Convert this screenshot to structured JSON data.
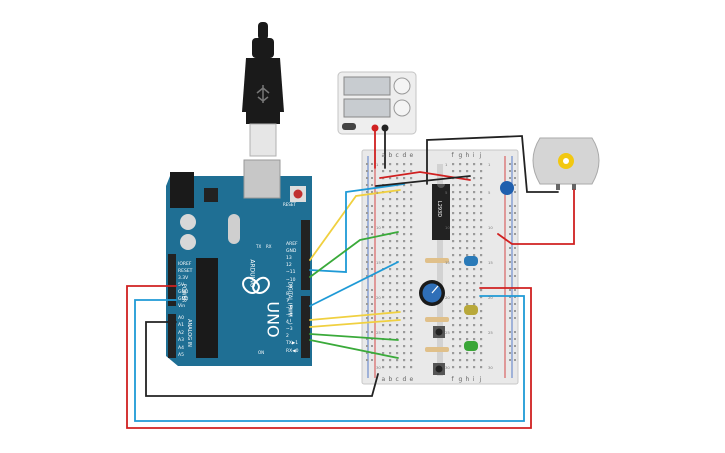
{
  "arduino": {
    "model_text": "UNO",
    "brand_text": "ARDUINO",
    "digital_header_text": "DIGITAL (PWM ~)",
    "power_header_text": "POWER",
    "analog_header_text": "ANALOG IN",
    "reset_text": "RESET",
    "on_led_text": "ON",
    "tx_text": "TX",
    "rx_text": "RX",
    "digital_pins": [
      "AREF",
      "GND",
      "13",
      "12",
      "~11",
      "~10",
      "~9",
      "8",
      "7",
      "~6",
      "~5",
      "4",
      "~3",
      "2",
      "TX▶1",
      "RX◀0"
    ],
    "power_pins": [
      "IOREF",
      "RESET",
      "3.3V",
      "5V",
      "GND",
      "GND",
      "Vin"
    ],
    "analog_pins": [
      "A0",
      "A1",
      "A2",
      "A3",
      "A4",
      "A5"
    ]
  },
  "breadboard": {
    "column_letters_left": [
      "a",
      "b",
      "c",
      "d",
      "e"
    ],
    "column_letters_right": [
      "f",
      "g",
      "h",
      "i",
      "j"
    ],
    "row_numbers": [
      "1",
      "5",
      "10",
      "15",
      "20",
      "25",
      "30"
    ]
  },
  "components": {
    "driver_chip_label": "L293D",
    "power_supply": {
      "display_color": "#c8ccd0"
    },
    "motor": {
      "shaft_color": "#f2c811"
    },
    "leds": [
      {
        "color_name": "blue",
        "color": "#2a7ab8"
      },
      {
        "color_name": "yellow",
        "color": "#b8a83a"
      },
      {
        "color_name": "green",
        "color": "#3aa637"
      }
    ],
    "capacitor_color": "#1f5fae",
    "potentiometer_color": "#2f6fb8"
  },
  "wire_colors": {
    "red": "#d02020",
    "black": "#222222",
    "yellow": "#f0d040",
    "green": "#3aaa3a",
    "blue": "#1f9ad6"
  }
}
